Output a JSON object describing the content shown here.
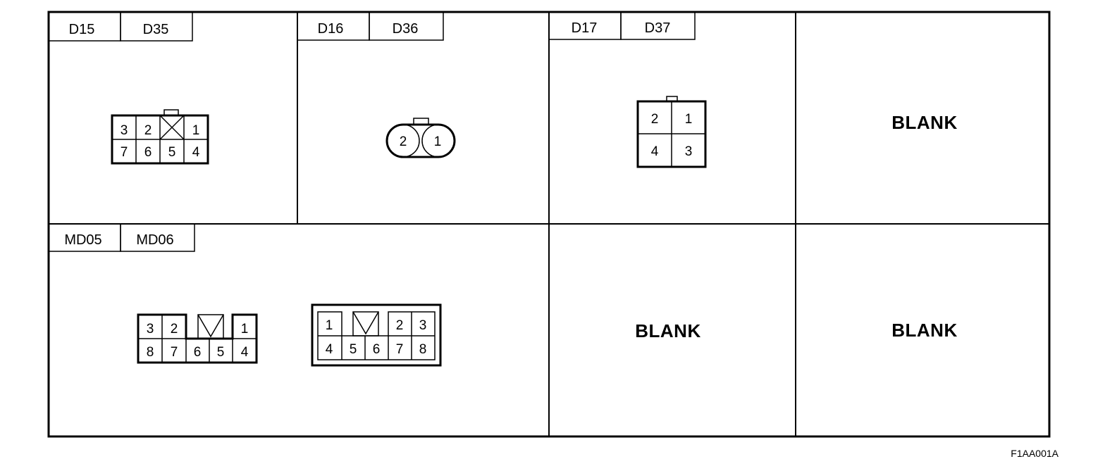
{
  "figure_code": "F1AA001A",
  "blank_label": "BLANK",
  "panels": {
    "p1": {
      "tabs": [
        "D15",
        "D35"
      ],
      "pins_top": [
        "3",
        "2",
        "1"
      ],
      "pins_bottom": [
        "7",
        "6",
        "5",
        "4"
      ]
    },
    "p2": {
      "tabs": [
        "D16",
        "D36"
      ],
      "pins": [
        "2",
        "1"
      ]
    },
    "p3": {
      "tabs": [
        "D17",
        "D37"
      ],
      "pins_top": [
        "2",
        "1"
      ],
      "pins_bottom": [
        "4",
        "3"
      ]
    },
    "p5": {
      "tabs": [
        "MD05",
        "MD06"
      ],
      "male": {
        "pins_top": [
          "3",
          "2",
          "1"
        ],
        "pins_bottom": [
          "8",
          "7",
          "6",
          "5",
          "4"
        ]
      },
      "female": {
        "pins_top": [
          "1",
          "2",
          "3"
        ],
        "pins_bottom": [
          "4",
          "5",
          "6",
          "7",
          "8"
        ]
      }
    }
  }
}
